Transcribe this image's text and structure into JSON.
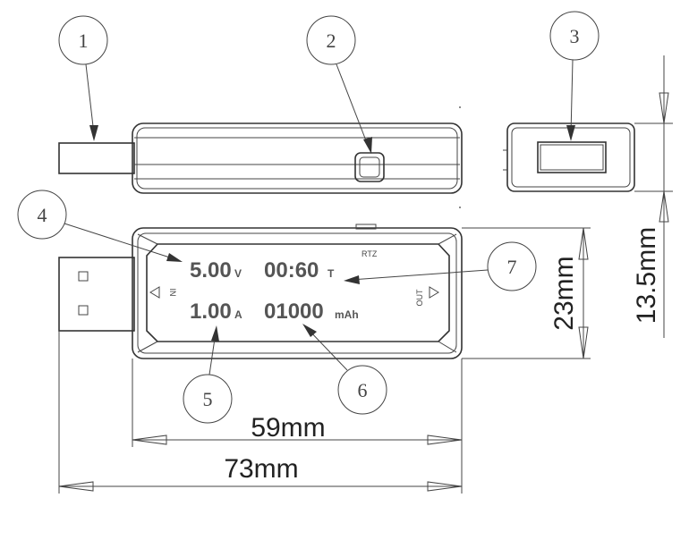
{
  "callouts": [
    "1",
    "2",
    "3",
    "4",
    "5",
    "6",
    "7"
  ],
  "display": {
    "voltage": "5.00",
    "voltage_unit": "V",
    "time": "00:60",
    "time_unit": "T",
    "current": "1.00",
    "current_unit": "A",
    "capacity": "01000",
    "capacity_unit": "mAh"
  },
  "labels": {
    "rtz": "RTZ",
    "in": "IN",
    "out": "OUT"
  },
  "dimensions": {
    "length_body": "59mm",
    "length_total": "73mm",
    "width": "23mm",
    "thickness": "13.5mm"
  }
}
